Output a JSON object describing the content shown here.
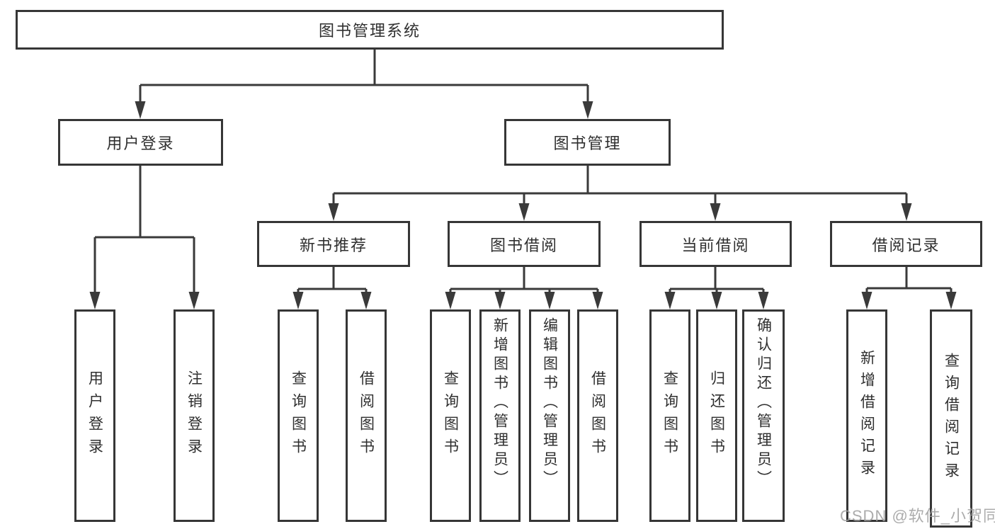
{
  "nodes": {
    "root": {
      "label": "图书管理系统"
    },
    "user_login": {
      "label": "用户登录"
    },
    "book_mgmt": {
      "label": "图书管理"
    },
    "new_book_rec": {
      "label": "新书推荐"
    },
    "book_borrow": {
      "label": "图书借阅"
    },
    "current_borrow": {
      "label": "当前借阅"
    },
    "borrow_records": {
      "label": "借阅记录"
    },
    "leaf_user_login": {
      "label": "用户登录"
    },
    "leaf_logout": {
      "label": "注销登录"
    },
    "leaf_query_book_1": {
      "label": "查询图书"
    },
    "leaf_borrow_book_1": {
      "label": "借阅图书"
    },
    "leaf_query_book_2": {
      "label": "查询图书"
    },
    "leaf_add_book": {
      "label": "新增图书（管理员）"
    },
    "leaf_edit_book": {
      "label": "编辑图书（管理员）"
    },
    "leaf_borrow_book_2": {
      "label": "借阅图书"
    },
    "leaf_query_book_3": {
      "label": "查询图书"
    },
    "leaf_return_book": {
      "label": "归还图书"
    },
    "leaf_confirm_return": {
      "label": "确认归还（管理员）"
    },
    "leaf_add_borrow_record": {
      "label": "新增借阅记录"
    },
    "leaf_query_borrow_record": {
      "label": "查询借阅记录"
    }
  },
  "hierarchy": {
    "图书管理系统": {
      "用户登录": [
        "用户登录",
        "注销登录"
      ],
      "图书管理": {
        "新书推荐": [
          "查询图书",
          "借阅图书"
        ],
        "图书借阅": [
          "查询图书",
          "新增图书（管理员）",
          "编辑图书（管理员）",
          "借阅图书"
        ],
        "当前借阅": [
          "查询图书",
          "归还图书",
          "确认归还（管理员）"
        ],
        "借阅记录": [
          "新增借阅记录",
          "查询借阅记录"
        ]
      }
    }
  },
  "watermark": {
    "text": "CSDN @软件_小贺同学"
  },
  "colors": {
    "background": "#ffffff",
    "box_fill": "#ffffff",
    "box_border": "#363636",
    "line": "#3a3a3a",
    "text": "#2f2f2f",
    "watermark": "#9e9e9e"
  }
}
